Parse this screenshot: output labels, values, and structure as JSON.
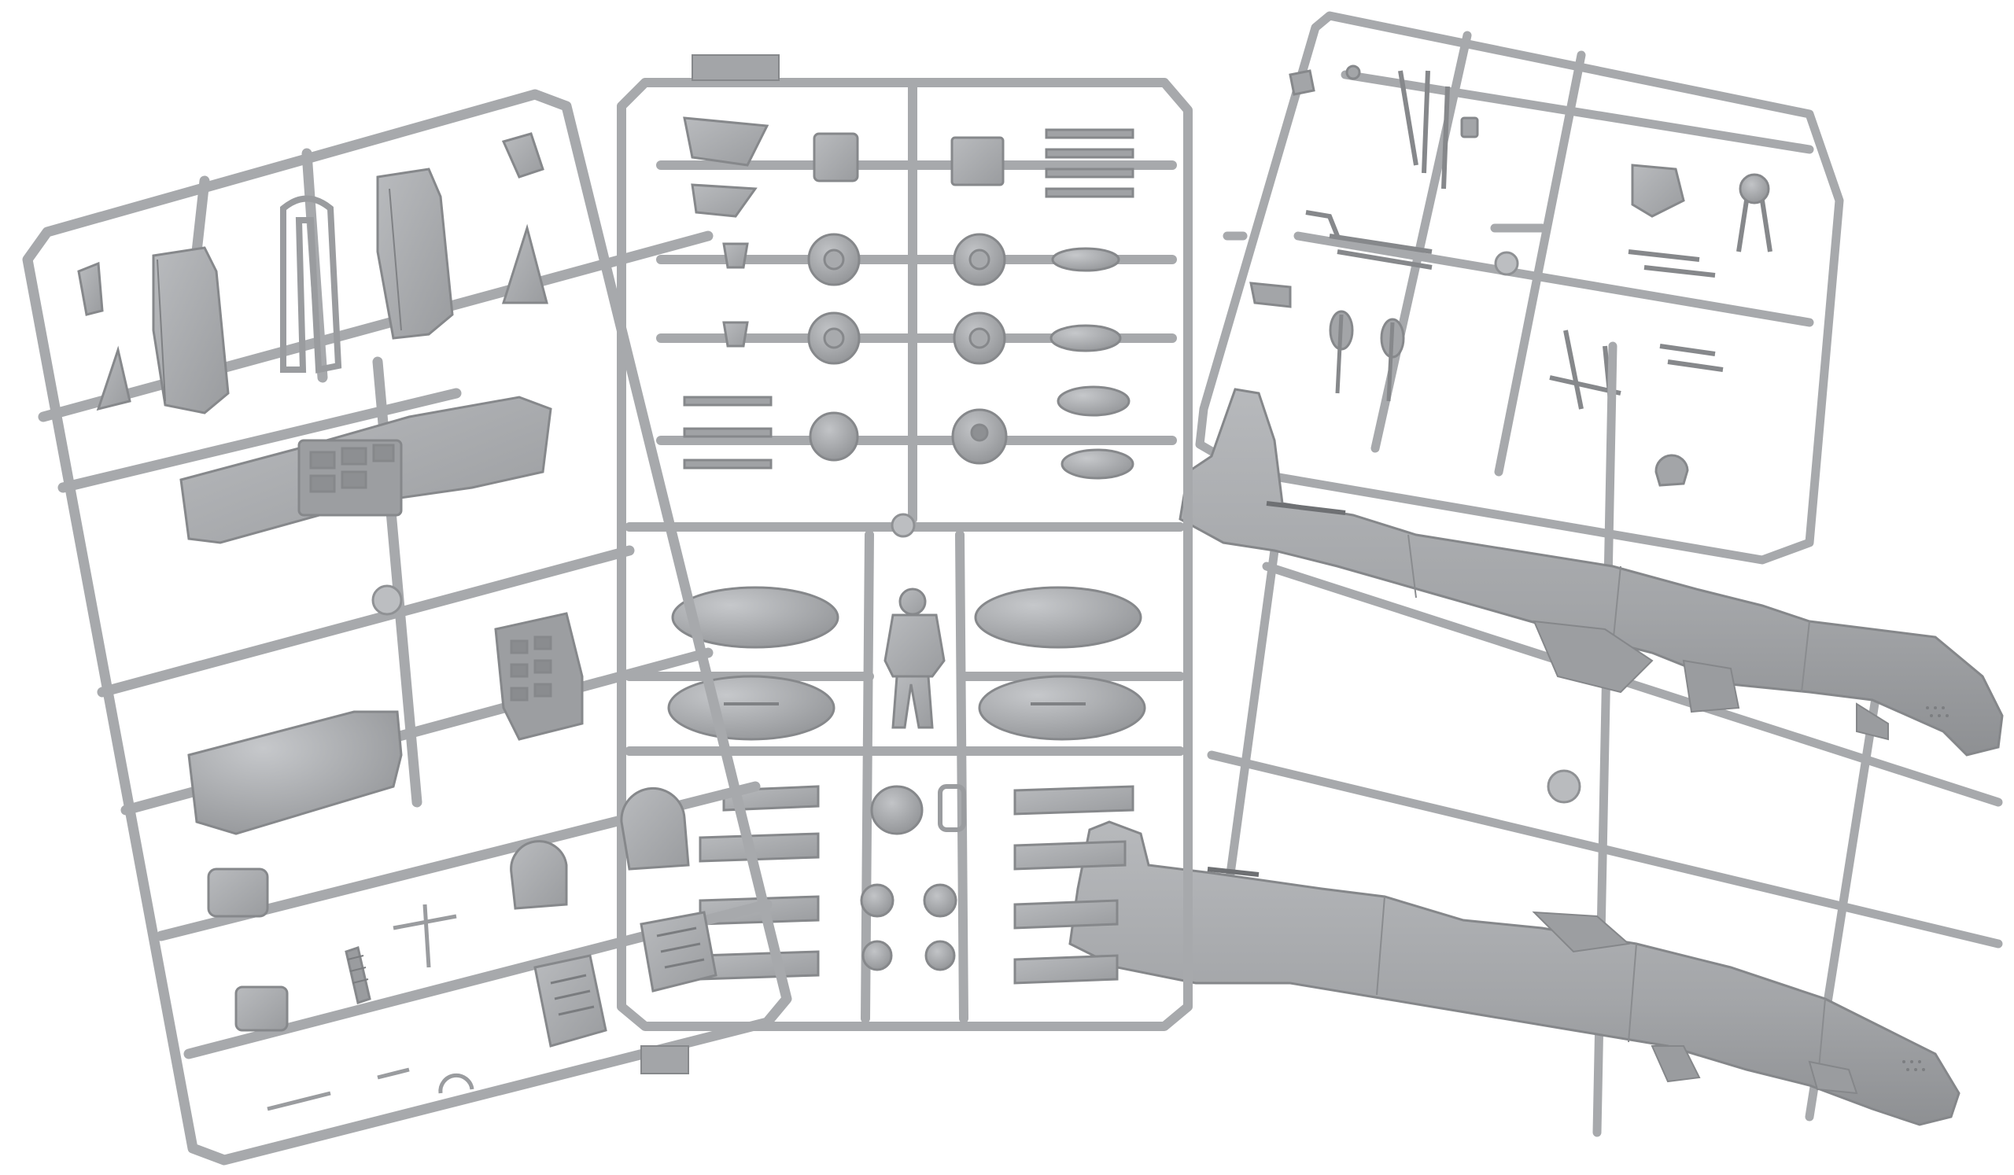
{
  "scene": {
    "background": "#ffffff",
    "plastic_color": "#a7a9ac",
    "plastic_shadow": "#8f9194",
    "plastic_highlight": "#c3c5c8",
    "sprues": [
      {
        "name": "sprue-left",
        "label": ""
      },
      {
        "name": "sprue-center",
        "label": ""
      },
      {
        "name": "sprue-top-right",
        "label": ""
      },
      {
        "name": "sprue-fuselage",
        "label": ""
      }
    ]
  }
}
